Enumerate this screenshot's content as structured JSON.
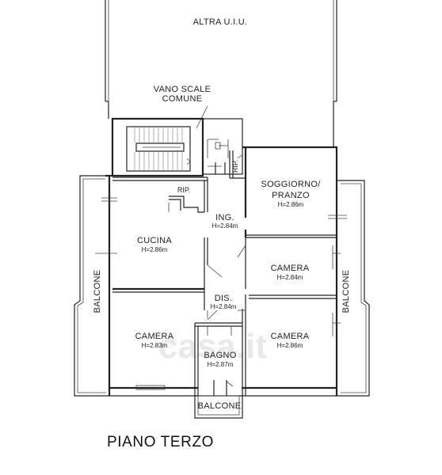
{
  "top_area": {
    "label": "ALTRA U.I.U."
  },
  "stairs": {
    "label_line1": "VANO SCALE",
    "label_line2": "COMUNE"
  },
  "rooms": {
    "soggiorno": {
      "line1": "SOGGIORNO/",
      "line2": "PRANZO",
      "height": "H=2.86m"
    },
    "rip_left": {
      "name": "RIP."
    },
    "rip_right": {
      "name": "RIP."
    },
    "ingresso": {
      "name": "ING.",
      "height": "H=2.84m"
    },
    "cucina": {
      "name": "CUCINA",
      "height": "H=2.86m"
    },
    "camera_right_upper": {
      "name": "CAMERA",
      "height": "H=2.84m"
    },
    "disimpegno": {
      "name": "DIS.",
      "height": "H=2.84m"
    },
    "camera_left": {
      "name": "CAMERA",
      "height": "H=2.83m"
    },
    "camera_right_lower": {
      "name": "CAMERA",
      "height": "H=2.86m"
    },
    "bagno": {
      "name": "BAGNO",
      "height": "H=2.87m"
    }
  },
  "balconies": {
    "left": "BALCONE",
    "right": "BALCONE",
    "bottom": "BALCONE"
  },
  "floor_title": "PIANO TERZO",
  "watermark": "casa.it"
}
